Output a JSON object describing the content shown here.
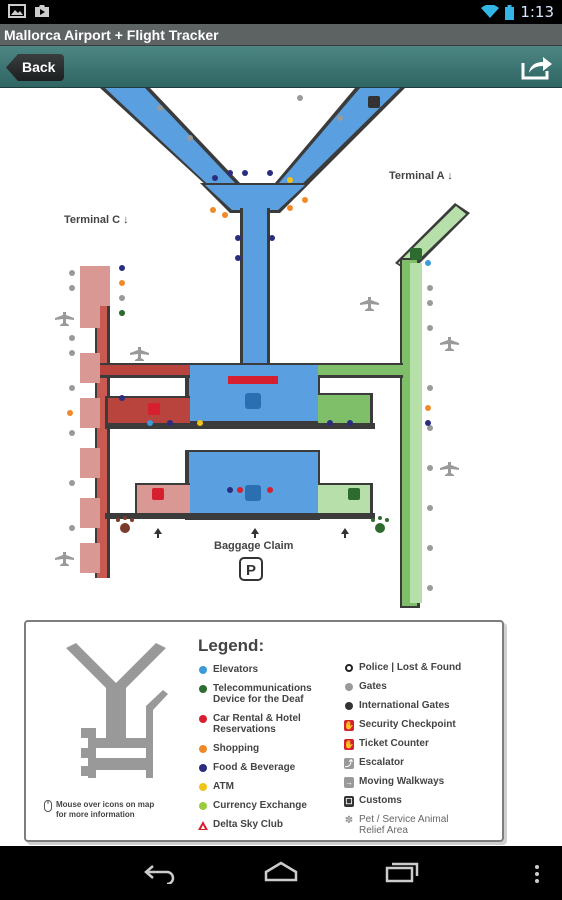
{
  "app": {
    "title": "Mallorca Airport + Flight Tracker"
  },
  "status": {
    "time": "1:13"
  },
  "nav": {
    "back_label": "Back"
  },
  "map": {
    "terminal_c": "Terminal C",
    "terminal_a": "Terminal A",
    "baggage_claim": "Baggage Claim",
    "parking_symbol": "P"
  },
  "legend": {
    "title": "Legend:",
    "items_left": [
      {
        "label": "Elevators",
        "color": "#3d9ad8"
      },
      {
        "label": "Telecommunications Device for the Deaf",
        "color": "#2e6b2e"
      },
      {
        "label": "Car Rental & Hotel Reservations",
        "color": "#d6202f"
      },
      {
        "label": "Shopping",
        "color": "#ef8a2a"
      },
      {
        "label": "Food & Beverage",
        "color": "#2b2d7e"
      },
      {
        "label": "ATM",
        "color": "#f2c318"
      },
      {
        "label": "Currency Exchange",
        "color": "#9ccc3c"
      },
      {
        "label": "Delta Sky Club",
        "color": "#d6202f"
      }
    ],
    "items_right": [
      {
        "label": "Police | Lost & Found",
        "color": "#222222"
      },
      {
        "label": "Gates",
        "color": "#9a9a9a"
      },
      {
        "label": "International Gates",
        "color": "#333333"
      },
      {
        "label": "Security Checkpoint",
        "color": "#d6202f"
      },
      {
        "label": "Ticket Counter",
        "color": "#d6202f"
      },
      {
        "label": "Escalator",
        "color": "#999999"
      },
      {
        "label": "Moving Walkways",
        "color": "#999999"
      },
      {
        "label": "Customs",
        "color": "#333333"
      },
      {
        "label": "Pet / Service Animal Relief Area",
        "color": "#999999"
      }
    ],
    "mouse_note": "Mouse over icons on map for more information"
  },
  "colors": {
    "terminal_b": "#5a9fe0",
    "terminal_c": "#b9443e",
    "terminal_a": "#7fbf6a"
  }
}
